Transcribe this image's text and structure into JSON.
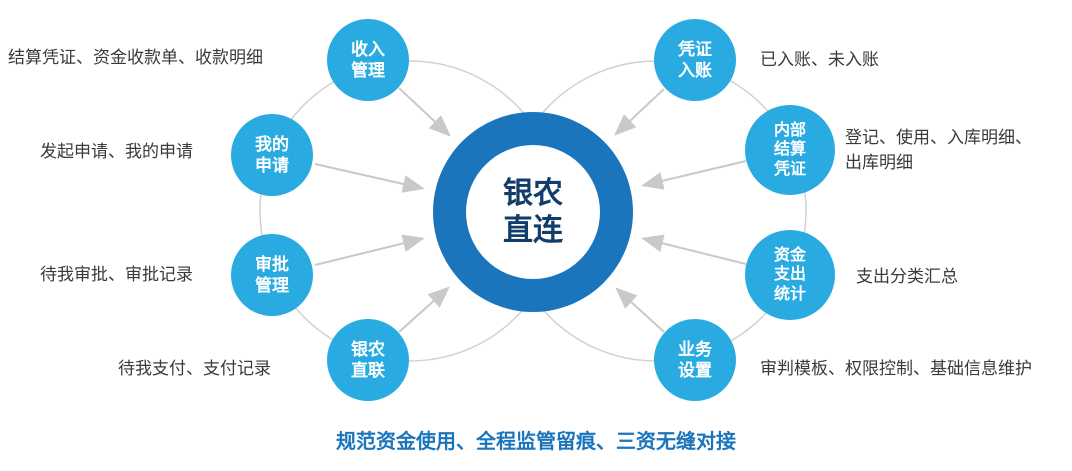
{
  "center": {
    "label": "银农\n直连"
  },
  "nodes": [
    {
      "label": "收入\n管理",
      "desc": "结算凭证、资金收款单、收款明细"
    },
    {
      "label": "我的\n申请",
      "desc": "发起申请、我的申请"
    },
    {
      "label": "审批\n管理",
      "desc": "待我审批、审批记录"
    },
    {
      "label": "银农\n直联",
      "desc": "待我支付、支付记录"
    },
    {
      "label": "凭证\n入账",
      "desc": "已入账、未入账"
    },
    {
      "label": "内部\n结算\n凭证",
      "desc": "登记、使用、入库明细、\n出库明细"
    },
    {
      "label": "资金\n支出\n统计",
      "desc": "支出分类汇总"
    },
    {
      "label": "业务\n设置",
      "desc": "审判模板、权限控制、基础信息维护"
    }
  ],
  "caption": "规范资金使用、全程监管留痕、三资无缝对接",
  "colors": {
    "node_blue": "#29abe2",
    "ring_blue": "#1b75bc",
    "caption_blue": "#1b75bc",
    "connector_gray": "#c9c9c9"
  }
}
